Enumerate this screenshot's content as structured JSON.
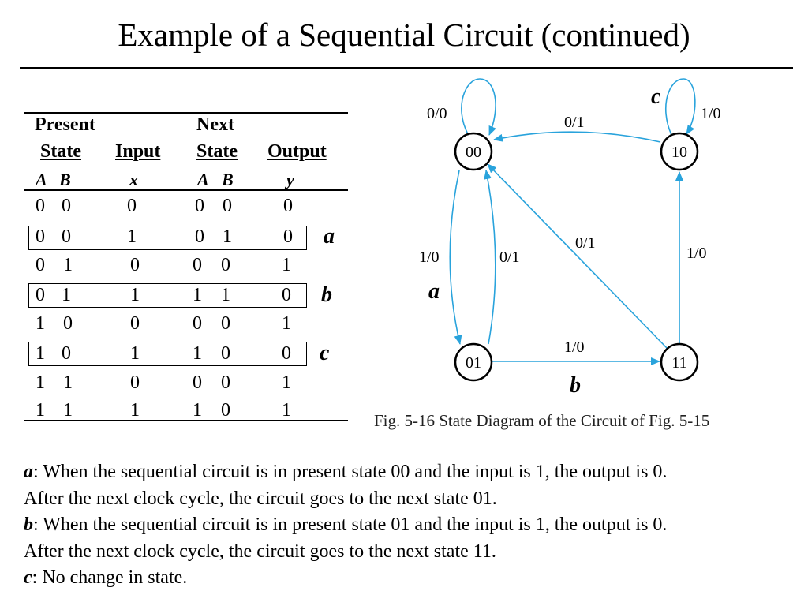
{
  "title": "Example of a Sequential Circuit (continued)",
  "table": {
    "header_present": "Present",
    "header_next": "Next",
    "header_state": "State",
    "header_input": "Input",
    "header_next_state": "State",
    "header_output": "Output",
    "sub_a": "A",
    "sub_b": "B",
    "sub_x": "x",
    "sub_next_a": "A",
    "sub_next_b": "B",
    "sub_y": "y",
    "rows": [
      {
        "a": "0",
        "b": "0",
        "x": "0",
        "na": "0",
        "nb": "0",
        "y": "0",
        "tag": ""
      },
      {
        "a": "0",
        "b": "0",
        "x": "1",
        "na": "0",
        "nb": "1",
        "y": "0",
        "tag": "a"
      },
      {
        "a": "0",
        "b": "1",
        "x": "0",
        "na": "0",
        "nb": "0",
        "y": "1",
        "tag": ""
      },
      {
        "a": "0",
        "b": "1",
        "x": "1",
        "na": "1",
        "nb": "1",
        "y": "0",
        "tag": "b"
      },
      {
        "a": "1",
        "b": "0",
        "x": "0",
        "na": "0",
        "nb": "0",
        "y": "1",
        "tag": ""
      },
      {
        "a": "1",
        "b": "0",
        "x": "1",
        "na": "1",
        "nb": "0",
        "y": "0",
        "tag": "c"
      },
      {
        "a": "1",
        "b": "1",
        "x": "0",
        "na": "0",
        "nb": "0",
        "y": "1",
        "tag": ""
      },
      {
        "a": "1",
        "b": "1",
        "x": "1",
        "na": "1",
        "nb": "0",
        "y": "1",
        "tag": ""
      }
    ]
  },
  "diagram": {
    "states": {
      "s00": "00",
      "s01": "01",
      "s10": "10",
      "s11": "11"
    },
    "edge_labels": {
      "self_00": "0/0",
      "e10_00": "0/1",
      "self_10": "1/0",
      "e00_01": "1/0",
      "e01_00": "0/1",
      "e11_00": "0/1",
      "e11_10": "1/0",
      "e01_11": "1/0"
    },
    "tags": {
      "a": "a",
      "b": "b",
      "c": "c"
    },
    "caption": "Fig. 5-16  State Diagram of the Circuit of Fig. 5-15",
    "edge_color": "#29a3dc"
  },
  "explanation": {
    "a_key": "a",
    "a_line1": ":  When the sequential circuit is in present state 00 and the input is 1, the output is 0.",
    "a_line2": "After the next clock cycle, the circuit goes to the next state 01.",
    "b_key": "b",
    "b_line1": ":  When the sequential circuit is in present state 01 and the input is 1, the output is 0.",
    "b_line2": "After the next clock cycle, the circuit goes to the next state 11.",
    "c_key": "c",
    "c_line1": ":  No change in state."
  }
}
